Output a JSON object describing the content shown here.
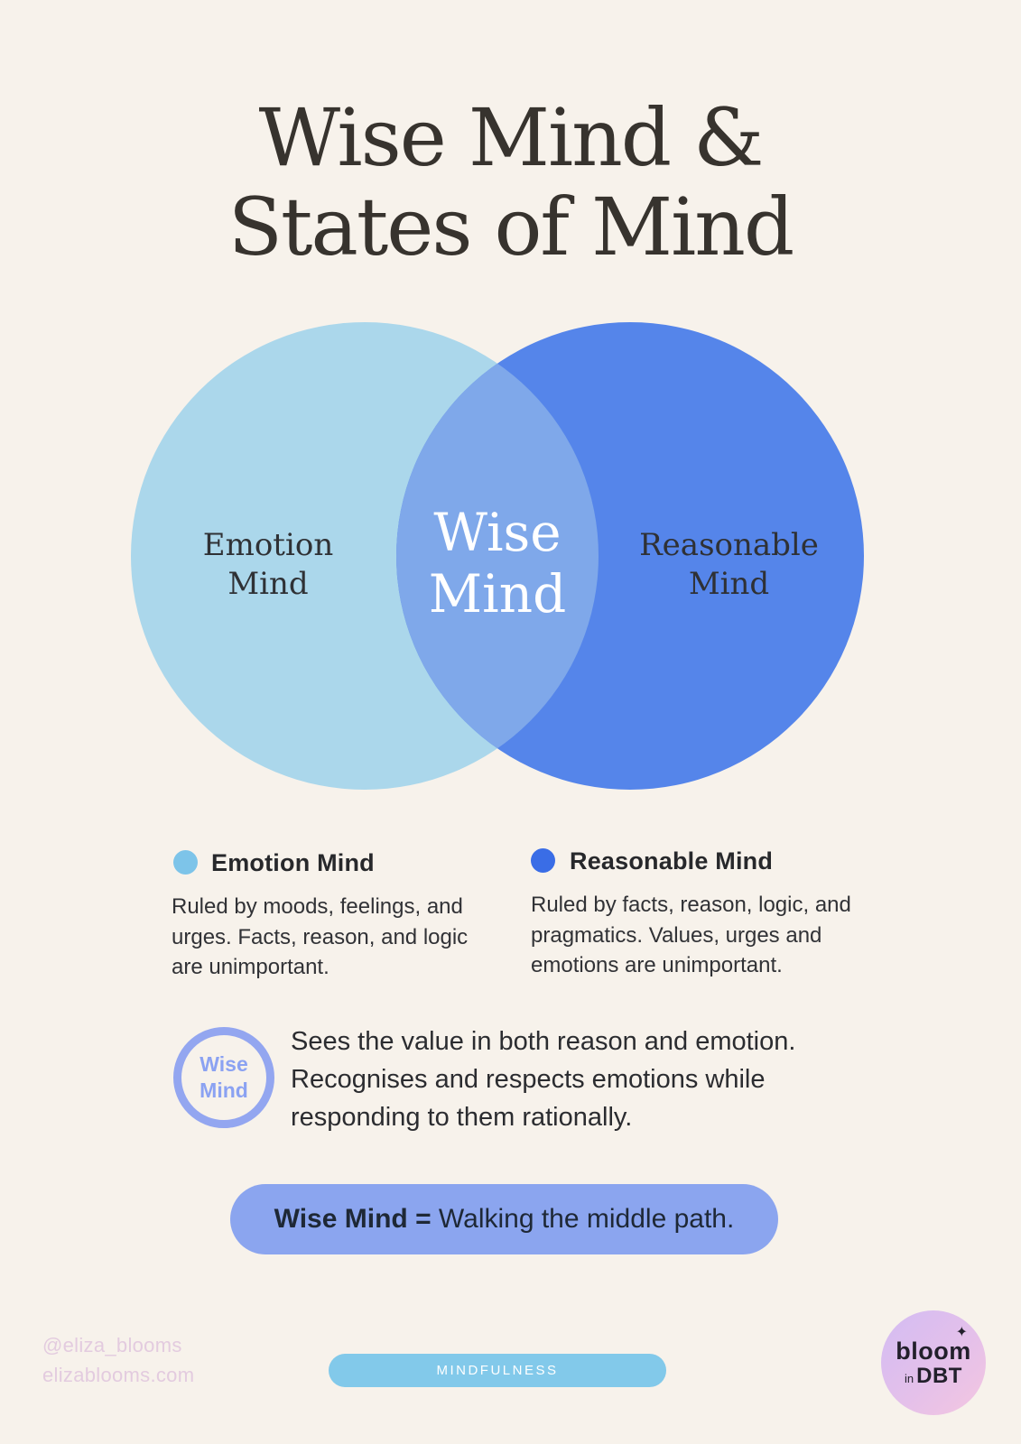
{
  "title": {
    "line1": "Wise Mind &",
    "line2": "States of Mind"
  },
  "venn": {
    "left_label": "Emotion Mind",
    "center_label": "Wise Mind",
    "right_label": "Reasonable Mind",
    "colors": {
      "left_circle": "#abd7eb",
      "right_circle": "#5585ea",
      "overlap": "#7fa8ea"
    }
  },
  "legend": {
    "emotion": {
      "title": "Emotion Mind",
      "body": "Ruled by moods, feelings, and urges. Facts, reason, and logic are unimportant.",
      "dot_color": "#7dc4e9"
    },
    "reasonable": {
      "title": "Reasonable Mind",
      "body": "Ruled by facts, reason, logic, and pragmatics. Values, urges and emotions are unimportant.",
      "dot_color": "#3a6de6"
    }
  },
  "callout": {
    "badge_label": "Wise Mind",
    "badge_color": "#93a6f0",
    "text": "Sees the value in both reason and emotion. Recognises and respects emotions while responding to them rationally."
  },
  "banner": {
    "bold": "Wise Mind =",
    "rest": " Walking the middle path.",
    "bg_color": "#8ba5ef"
  },
  "footer": {
    "handle": "@eliza_blooms",
    "website": "elizablooms.com",
    "handle_color": "#e3cbdf",
    "tag": "MINDFULNESS",
    "tag_bg_color": "#82c9ea",
    "logo": {
      "sparkle": "✦",
      "line1": "bloom",
      "line2_small": "in",
      "line2_big": "DBT",
      "gradient": "linear-gradient(135deg, #d3bcf3 0%, #e4c0ea 55%, #f4c6e0 100%)"
    }
  }
}
